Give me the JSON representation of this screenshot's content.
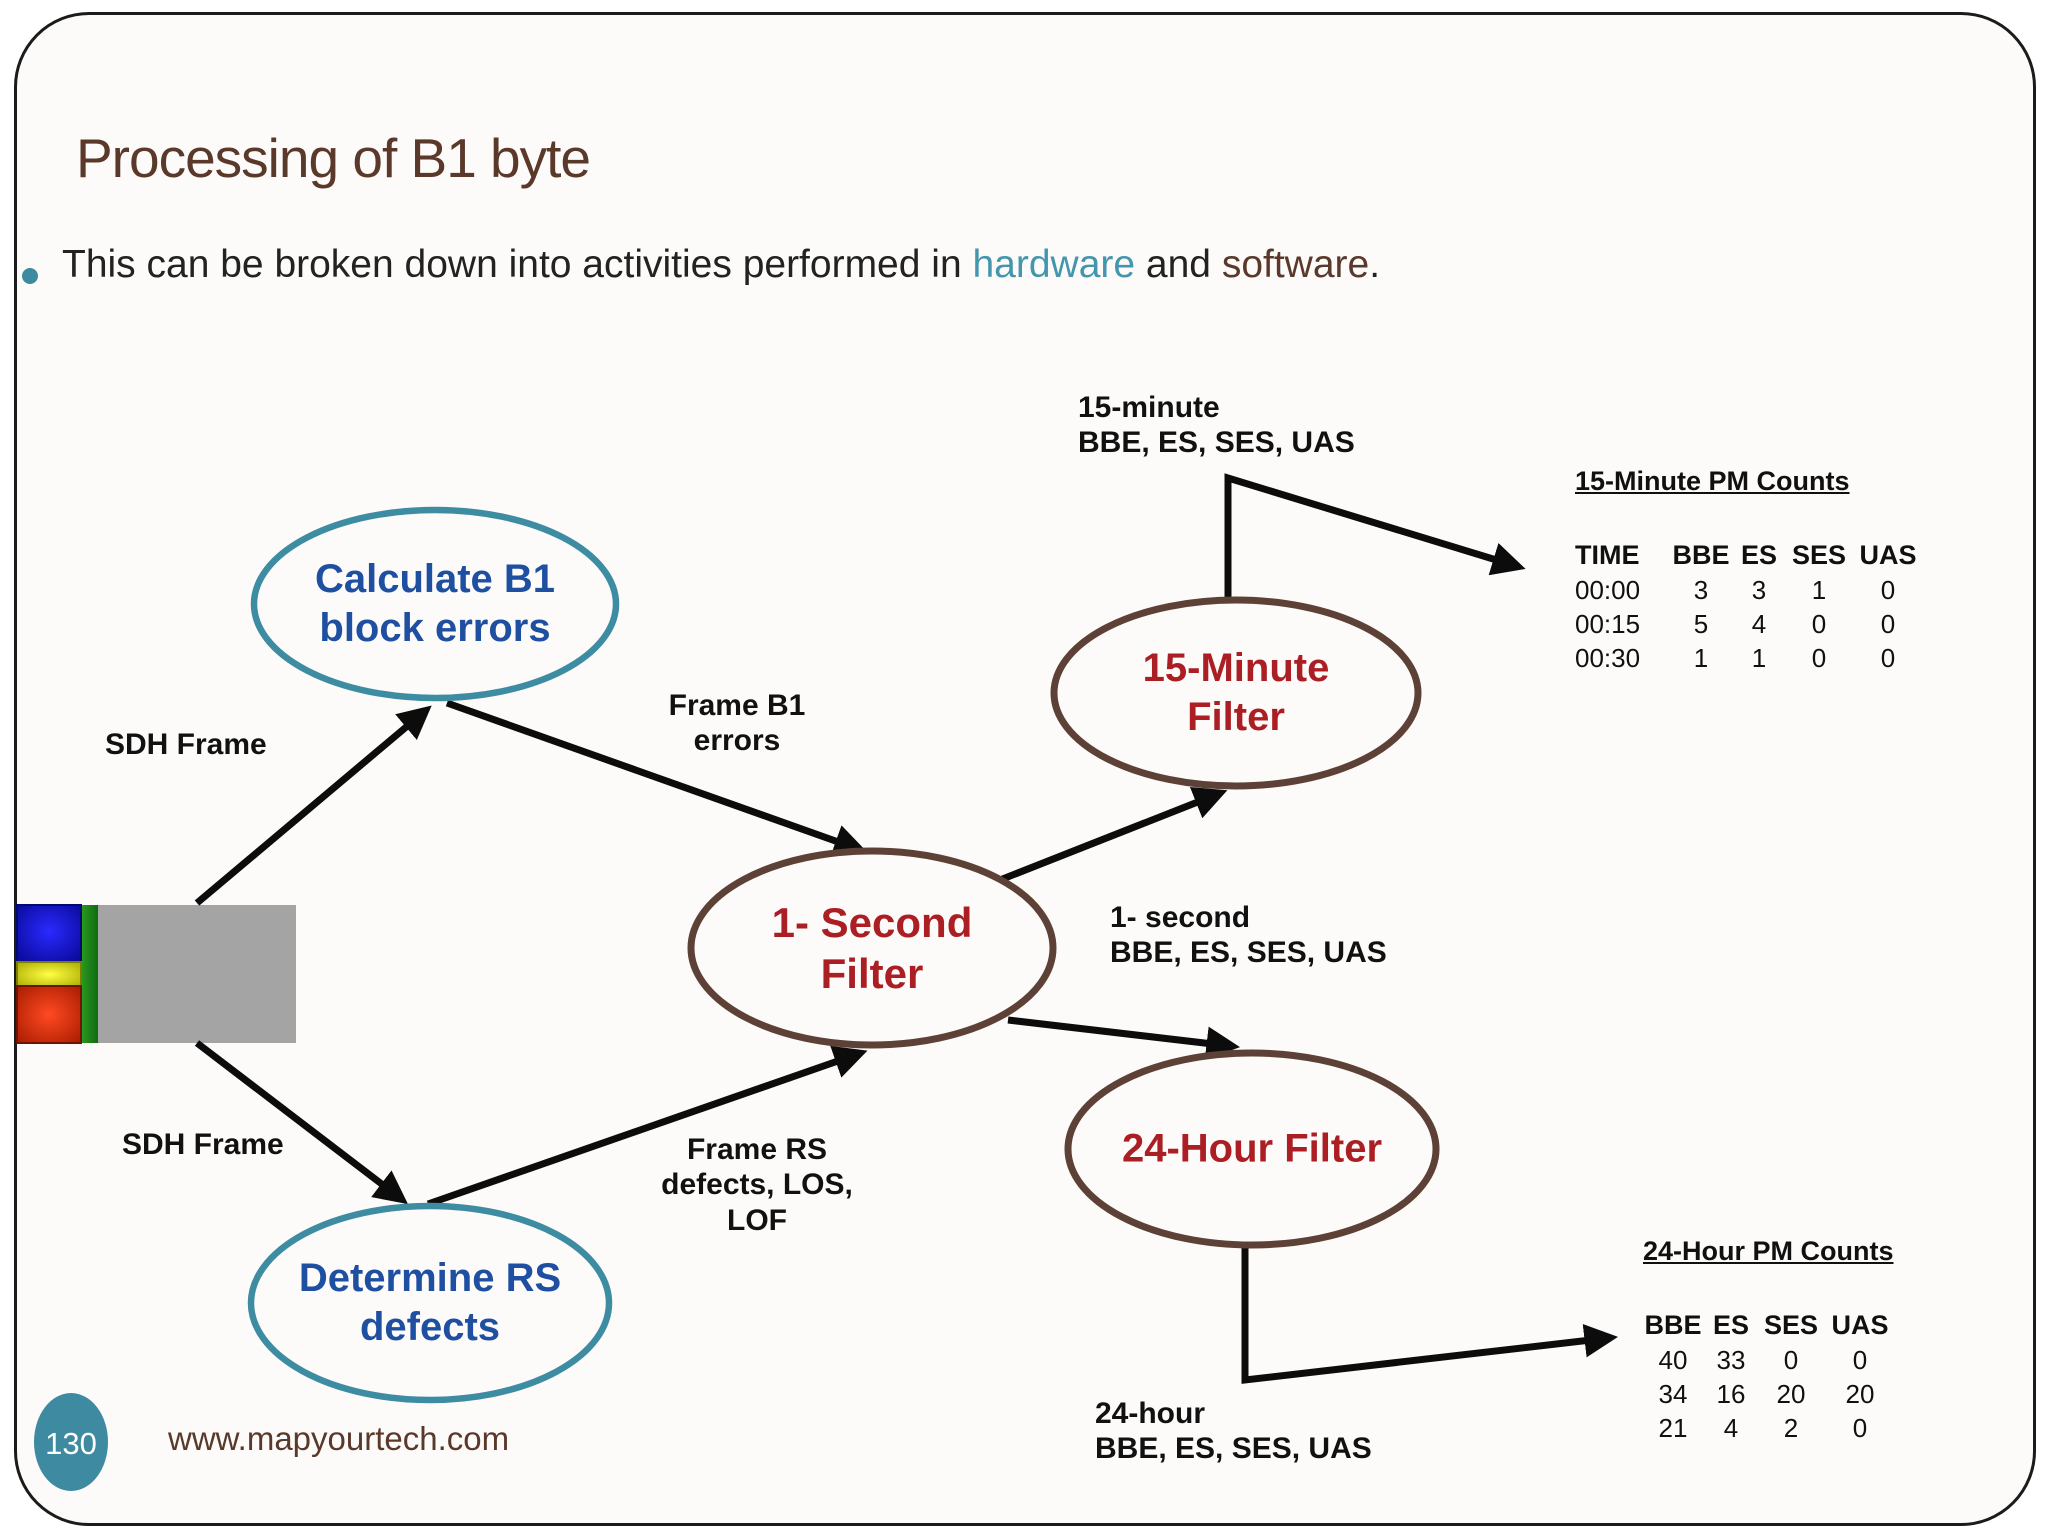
{
  "slide": {
    "title": "Processing of B1 byte",
    "page_number": "130",
    "website": "www.mapyourtech.com",
    "bullet": {
      "prefix": "This can be broken down into activities performed in ",
      "hardware": "hardware",
      "middle": " and ",
      "software": "software",
      "suffix": "."
    }
  },
  "diagram": {
    "nodes": {
      "calc_b1": "Calculate B1\nblock errors",
      "det_rs": "Determine RS\ndefects",
      "sec1": "1- Second\nFilter",
      "min15": "15-Minute\nFilter",
      "hr24": "24-Hour Filter"
    },
    "labels": {
      "sdh_top": "SDH Frame",
      "sdh_bottom": "SDH Frame",
      "frame_b1": "Frame B1\nerrors",
      "frame_rs": "Frame RS\ndefects, LOS,\nLOF",
      "min15_out": "15-minute\nBBE, ES, SES, UAS",
      "sec1_out": "1- second\nBBE, ES, SES, UAS",
      "hr24_out": "24-hour\nBBE, ES, SES, UAS"
    }
  },
  "tables": {
    "pm15": {
      "title": "15-Minute PM Counts",
      "headers": [
        "TIME",
        "BBE",
        "ES",
        "SES",
        "UAS"
      ],
      "rows": [
        [
          "00:00",
          "3",
          "3",
          "1",
          "0"
        ],
        [
          "00:15",
          "5",
          "4",
          "0",
          "0"
        ],
        [
          "00:30",
          "1",
          "1",
          "0",
          "0"
        ]
      ]
    },
    "pm24": {
      "title": "24-Hour PM Counts",
      "headers": [
        "BBE",
        "ES",
        "SES",
        "UAS"
      ],
      "rows": [
        [
          "40",
          "33",
          "0",
          "0"
        ],
        [
          "34",
          "16",
          "20",
          "20"
        ],
        [
          "21",
          "4",
          "2",
          "0"
        ]
      ]
    }
  },
  "colors": {
    "accent_teal": "#3e8ba1",
    "title_brown": "#5a392b",
    "node_blue_text": "#1e4fa1",
    "filter_red_text": "#ab1e24",
    "filter_ellipse_brown": "#5d4136",
    "teal_ellipse_stroke": "#3d8ca2",
    "hardware_word": "#4396ad",
    "software_word": "#5a392b",
    "arrow_black": "#0c0c0c"
  }
}
